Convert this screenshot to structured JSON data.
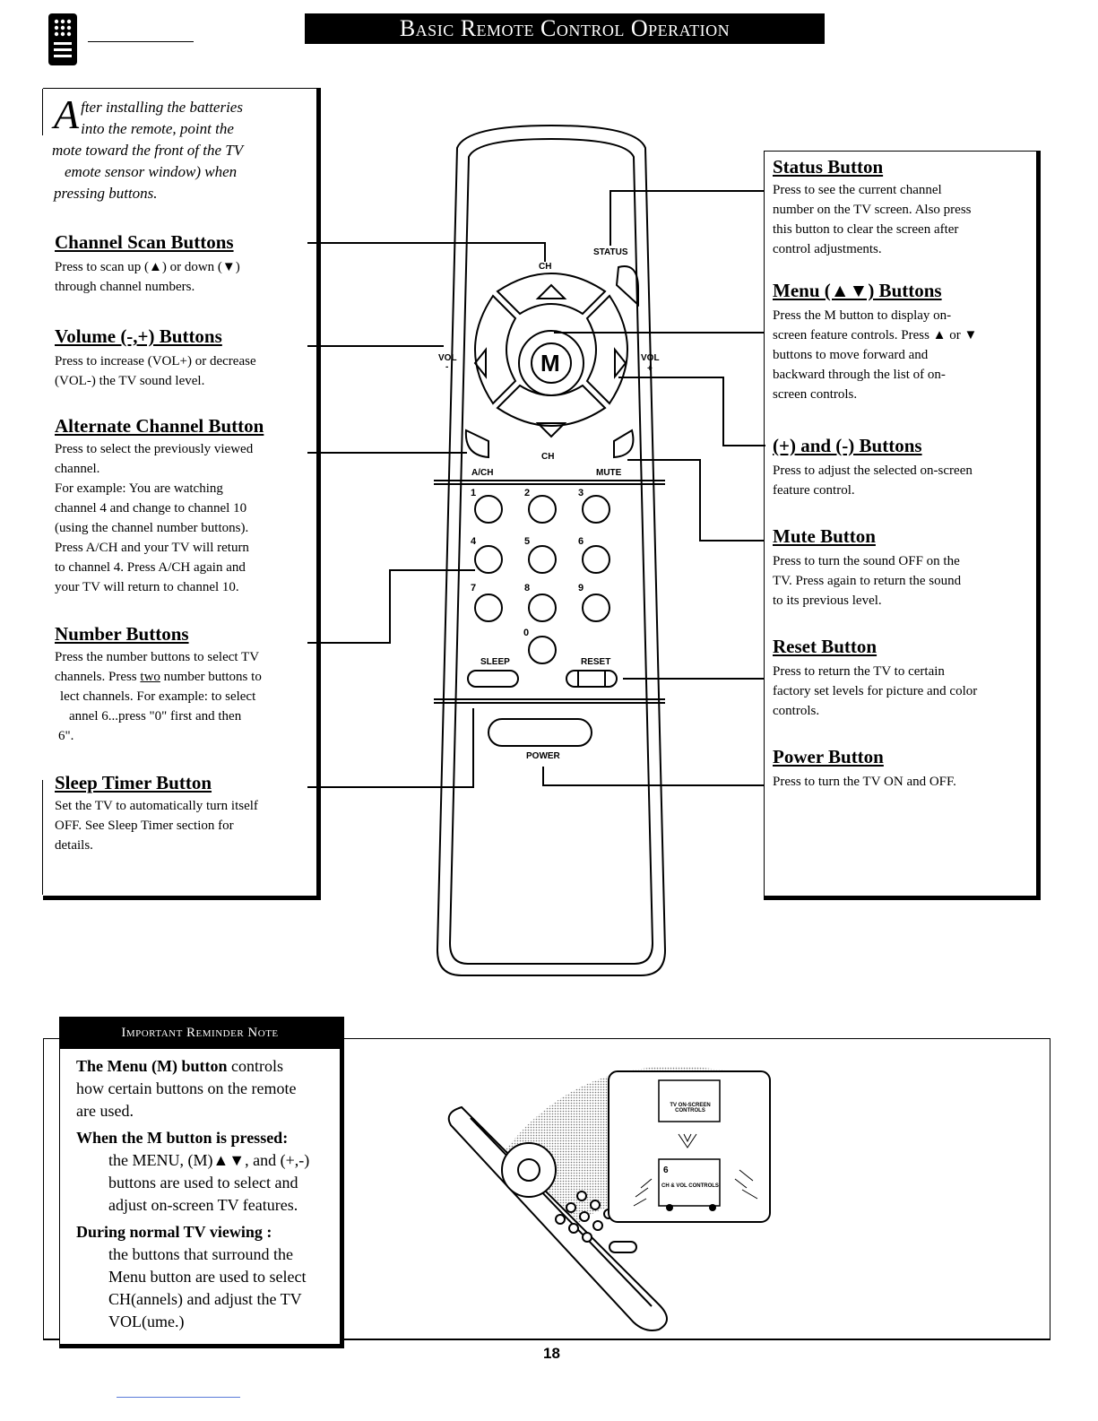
{
  "page": {
    "title": "Basic Remote Control Operation",
    "page_number": "18"
  },
  "intro": {
    "dropcap": "A",
    "line1": "fter installing the batteries",
    "line2": "into the remote, point the",
    "line3": "mote toward the front of the TV",
    "line4": "emote sensor window) when",
    "line5": "pressing buttons."
  },
  "left": {
    "channel_scan": {
      "heading": "Channel Scan Buttons",
      "l1": "Press to scan up (▲) or down (▼)",
      "l2": "through channel numbers."
    },
    "volume": {
      "heading": "Volume (-,+) Buttons",
      "l1": "Press to increase (VOL+) or decrease",
      "l2": "(VOL-) the TV sound level."
    },
    "alternate": {
      "heading": "Alternate Channel Button",
      "l1": "Press to select the previously viewed",
      "l2": "channel.",
      "l3": "For example: You are watching",
      "l4": "channel 4 and change to channel 10",
      "l5": "(using the channel number buttons).",
      "l6": "Press A/CH and your TV will return",
      "l7": "to channel 4. Press A/CH again and",
      "l8": "your TV will return to channel 10."
    },
    "number": {
      "heading": "Number Buttons",
      "l1": "Press the number buttons to select TV",
      "l2a": "channels. Press ",
      "l2b": "two",
      "l2c": " number buttons to",
      "l3": "lect channels. For example: to select",
      "l4": "annel 6...press \"0\" first and then",
      "l5": "6\"."
    },
    "sleep": {
      "heading": "Sleep Timer Button",
      "l1": "Set the TV to automatically turn itself",
      "l2": "OFF. See Sleep Timer section for",
      "l3": "details."
    }
  },
  "right": {
    "status": {
      "heading": "Status Button",
      "l1": "Press to see the current channel",
      "l2": "number on the TV screen. Also press",
      "l3": "this button to clear the screen after",
      "l4": "control adjustments."
    },
    "menu": {
      "heading": "Menu (▲▼) Buttons",
      "l1": "Press the M button to display on-",
      "l2": "screen feature controls. Press ▲ or ▼",
      "l3": "buttons to move forward and",
      "l4": "backward through the list of on-",
      "l5": "screen controls."
    },
    "plusminus": {
      "heading": "(+) and (-) Buttons",
      "l1": "Press to adjust the selected on-screen",
      "l2": "feature control."
    },
    "mute": {
      "heading": "Mute Button",
      "l1": "Press to turn the sound OFF on the",
      "l2": "TV.  Press again to return the sound",
      "l3": "to its previous level."
    },
    "reset": {
      "heading": "Reset Button",
      "l1": "Press  to return the TV to certain",
      "l2": "factory set levels for picture and color",
      "l3": "controls."
    },
    "power": {
      "heading": "Power Button",
      "l1": "Press to turn the TV ON and OFF."
    }
  },
  "remote": {
    "ch_top": "CH",
    "status": "STATUS",
    "vol_left": "VOL",
    "vol_left_sign": "-",
    "m": "M",
    "vol_right": "VOL",
    "vol_right_sign": "+",
    "ch_bottom": "CH",
    "ach": "A/CH",
    "mute": "MUTE",
    "sleep": "SLEEP",
    "reset": "RESET",
    "power": "POWER",
    "digits": [
      "1",
      "2",
      "3",
      "4",
      "5",
      "6",
      "7",
      "8",
      "9",
      "0"
    ]
  },
  "reminder": {
    "label": "Important Reminder Note",
    "p1_bold": "The Menu (M) button",
    "p1_rest": " controls",
    "p1_l2": "how certain buttons on the remote",
    "p1_l3": "are used.",
    "p2_bold": "When the M button is pressed:",
    "p2_l1": "the MENU,  (M)▲▼, and (+,-)",
    "p2_l2": "buttons are used to select and",
    "p2_l3": "adjust on-screen TV features.",
    "p3_bold": "During normal TV viewing :",
    "p3_l1": "the buttons that surround the",
    "p3_l2": "Menu button are used to select",
    "p3_l3": "CH(annels) and adjust the TV",
    "p3_l4": "VOL(ume.)"
  },
  "illustration": {
    "screen1": "TV ON-SCREEN CONTROLS",
    "screen2_num": "6",
    "screen2": "CH & VOL CONTROLS"
  }
}
